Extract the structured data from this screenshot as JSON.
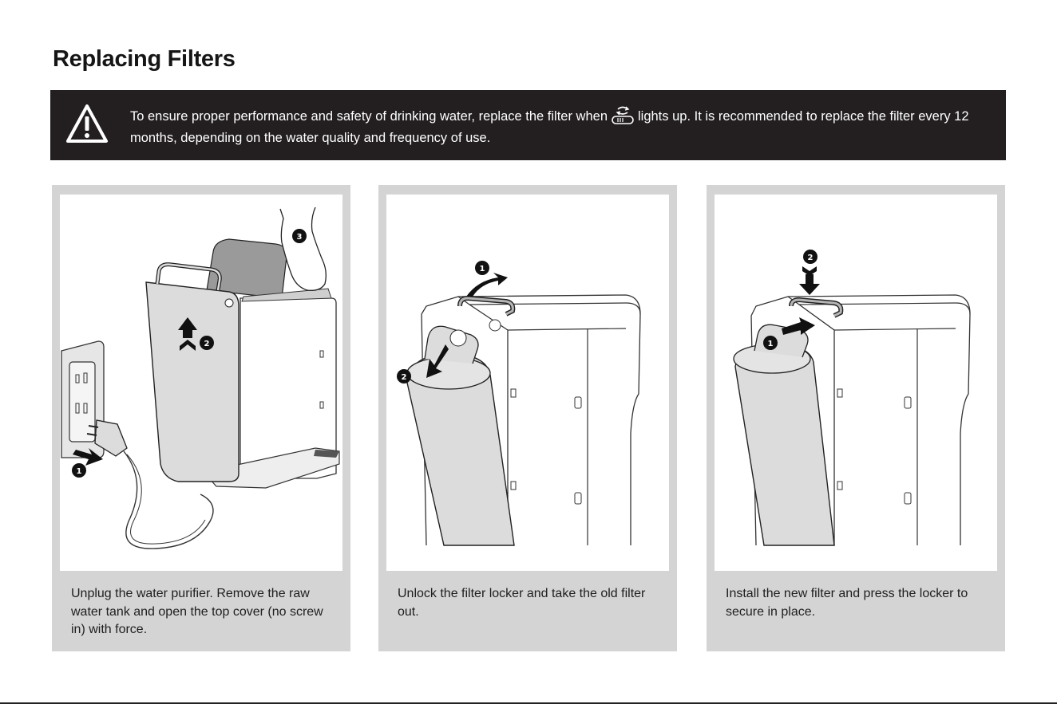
{
  "page": {
    "title": "Replacing Filters"
  },
  "warning": {
    "text_before_icon": "To ensure proper performance and safety of drinking water, replace the filter when",
    "text_after_icon": "lights up. It is recommended to replace the filter every 12 months, depending on the water quality and frequency of use.",
    "icon": "warning-triangle-icon",
    "inline_icon": "filter-replace-indicator-icon"
  },
  "steps": [
    {
      "caption": "Unplug the water purifier. Remove the raw water tank and open the top cover (no screw in) with force.",
      "markers": [
        "1",
        "2",
        "3"
      ]
    },
    {
      "caption": "Unlock the filter locker and take the old filter out.",
      "markers": [
        "1",
        "2"
      ]
    },
    {
      "caption": "Install the new filter and press the locker to secure in place.",
      "markers": [
        "1",
        "2"
      ]
    }
  ],
  "colors": {
    "warning_bg": "#231f20",
    "card_bg": "#d4d4d4",
    "illustration_fill": "#dcdcdc"
  }
}
